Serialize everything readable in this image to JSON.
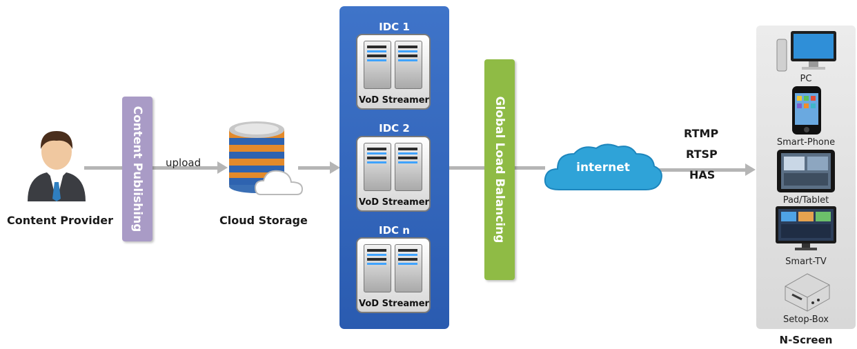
{
  "provider": {
    "label": "Content Provider",
    "icon": "person-icon"
  },
  "publishing": {
    "label": "Content Publishing",
    "color": "#a99bc6"
  },
  "upload_label": "upload",
  "storage": {
    "label": "Cloud Storage",
    "icon": "cloud-storage-icon"
  },
  "idc_panel": {
    "color": "#3366bb",
    "groups": [
      {
        "title": "IDC 1",
        "server_label": "VoD Streamer"
      },
      {
        "title": "IDC 2",
        "server_label": "VoD Streamer"
      },
      {
        "title": "IDC n",
        "server_label": "VoD Streamer"
      }
    ]
  },
  "load_balancing": {
    "label": "Global Load Balancing",
    "color": "#8fbb45"
  },
  "internet": {
    "label": "internet",
    "icon": "cloud-icon",
    "color": "#2fa3d8"
  },
  "protocols": [
    "RTMP",
    "RTSP",
    "HAS"
  ],
  "nscreen": {
    "title": "N-Screen",
    "devices": [
      {
        "label": "PC",
        "icon": "pc-icon"
      },
      {
        "label": "Smart-Phone",
        "icon": "smartphone-icon"
      },
      {
        "label": "Pad/Tablet",
        "icon": "tablet-icon"
      },
      {
        "label": "Smart-TV",
        "icon": "tv-icon"
      },
      {
        "label": "Setop-Box",
        "icon": "settop-box-icon"
      }
    ]
  }
}
